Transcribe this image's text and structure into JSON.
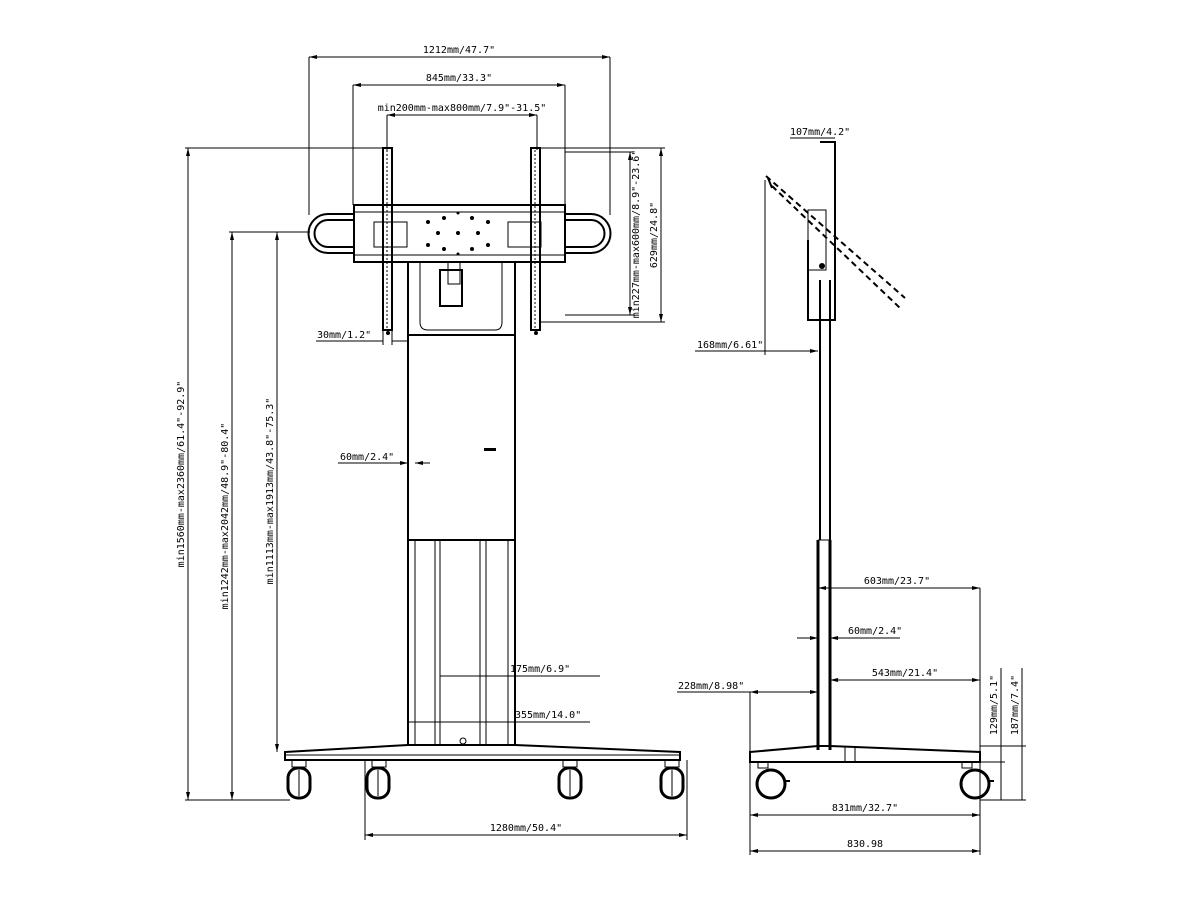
{
  "front_view": {
    "overall_width": "1212mm/47.7\"",
    "bracket_width": "845mm/33.3\"",
    "vesa_width": "min200mm-max800mm/7.9\"-31.5\"",
    "vesa_height": "min227mm-max600mm/8.9\"-23.6\"",
    "bracket_height": "629mm/24.8\"",
    "bracket_depth": "30mm/1.2\"",
    "column_width": "60mm/2.4\"",
    "total_height": "min1560mm-max2360mm/61.4\"-92.9\"",
    "center_height_1": "min1242mm-max2042mm/48.9\"-80.4\"",
    "center_height_2": "min1113mm-max1913mm/43.8\"-75.3\"",
    "leg_inner": "175mm/6.9\"",
    "leg_outer": "355mm/14.0\"",
    "base_width": "1280mm/50.4\""
  },
  "side_view": {
    "screen_offset": "107mm/4.2\"",
    "mount_offset": "168mm/6.61\"",
    "base_depth_front": "603mm/23.7\"",
    "column_depth": "60mm/2.4\"",
    "base_depth_rear": "543mm/21.4\"",
    "rear_offset": "228mm/8.98\"",
    "base_height": "129mm/5.1\"",
    "base_total_height": "187mm/7.4\"",
    "base_depth": "831mm/32.7\"",
    "base_depth_exact": "830.98"
  }
}
